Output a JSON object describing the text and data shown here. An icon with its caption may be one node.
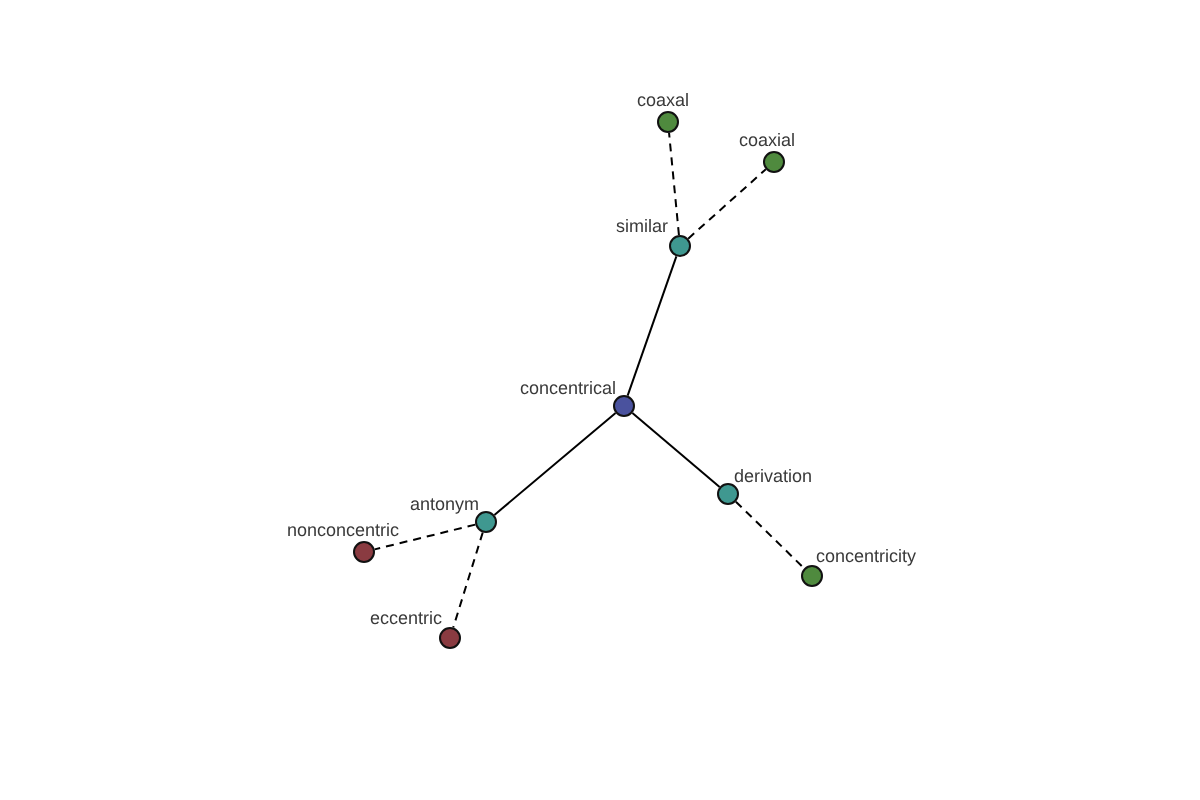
{
  "diagram": {
    "nodes": [
      {
        "text": [
          "coaxal"
        ]
      },
      {
        "text": [
          "coaxial"
        ]
      },
      {
        "text": [
          "similar"
        ]
      },
      {
        "text": [
          "concentrical"
        ]
      },
      {
        "text": [
          "derivation"
        ]
      },
      {
        "text": [
          "antonym"
        ]
      },
      {
        "text": [
          "nonconcentric"
        ]
      },
      {
        "text": [
          "concentricity"
        ]
      },
      {
        "text": [
          "eccentric"
        ]
      }
    ],
    "edges": [
      {
        "from": 3,
        "to": 2,
        "arrow": "none"
      },
      {
        "from": 2,
        "to": 0,
        "arrow": "none",
        "style": "dashed"
      },
      {
        "from": 2,
        "to": 1,
        "arrow": "none",
        "style": "dashed"
      },
      {
        "from": 3,
        "to": 4,
        "arrow": "none"
      },
      {
        "from": 4,
        "to": 7,
        "arrow": "none",
        "style": "dashed"
      },
      {
        "from": 3,
        "to": 5,
        "arrow": "none"
      },
      {
        "from": 5,
        "to": 6,
        "arrow": "none",
        "style": "dashed"
      },
      {
        "from": 5,
        "to": 8,
        "arrow": "none",
        "style": "dashed"
      }
    ]
  }
}
